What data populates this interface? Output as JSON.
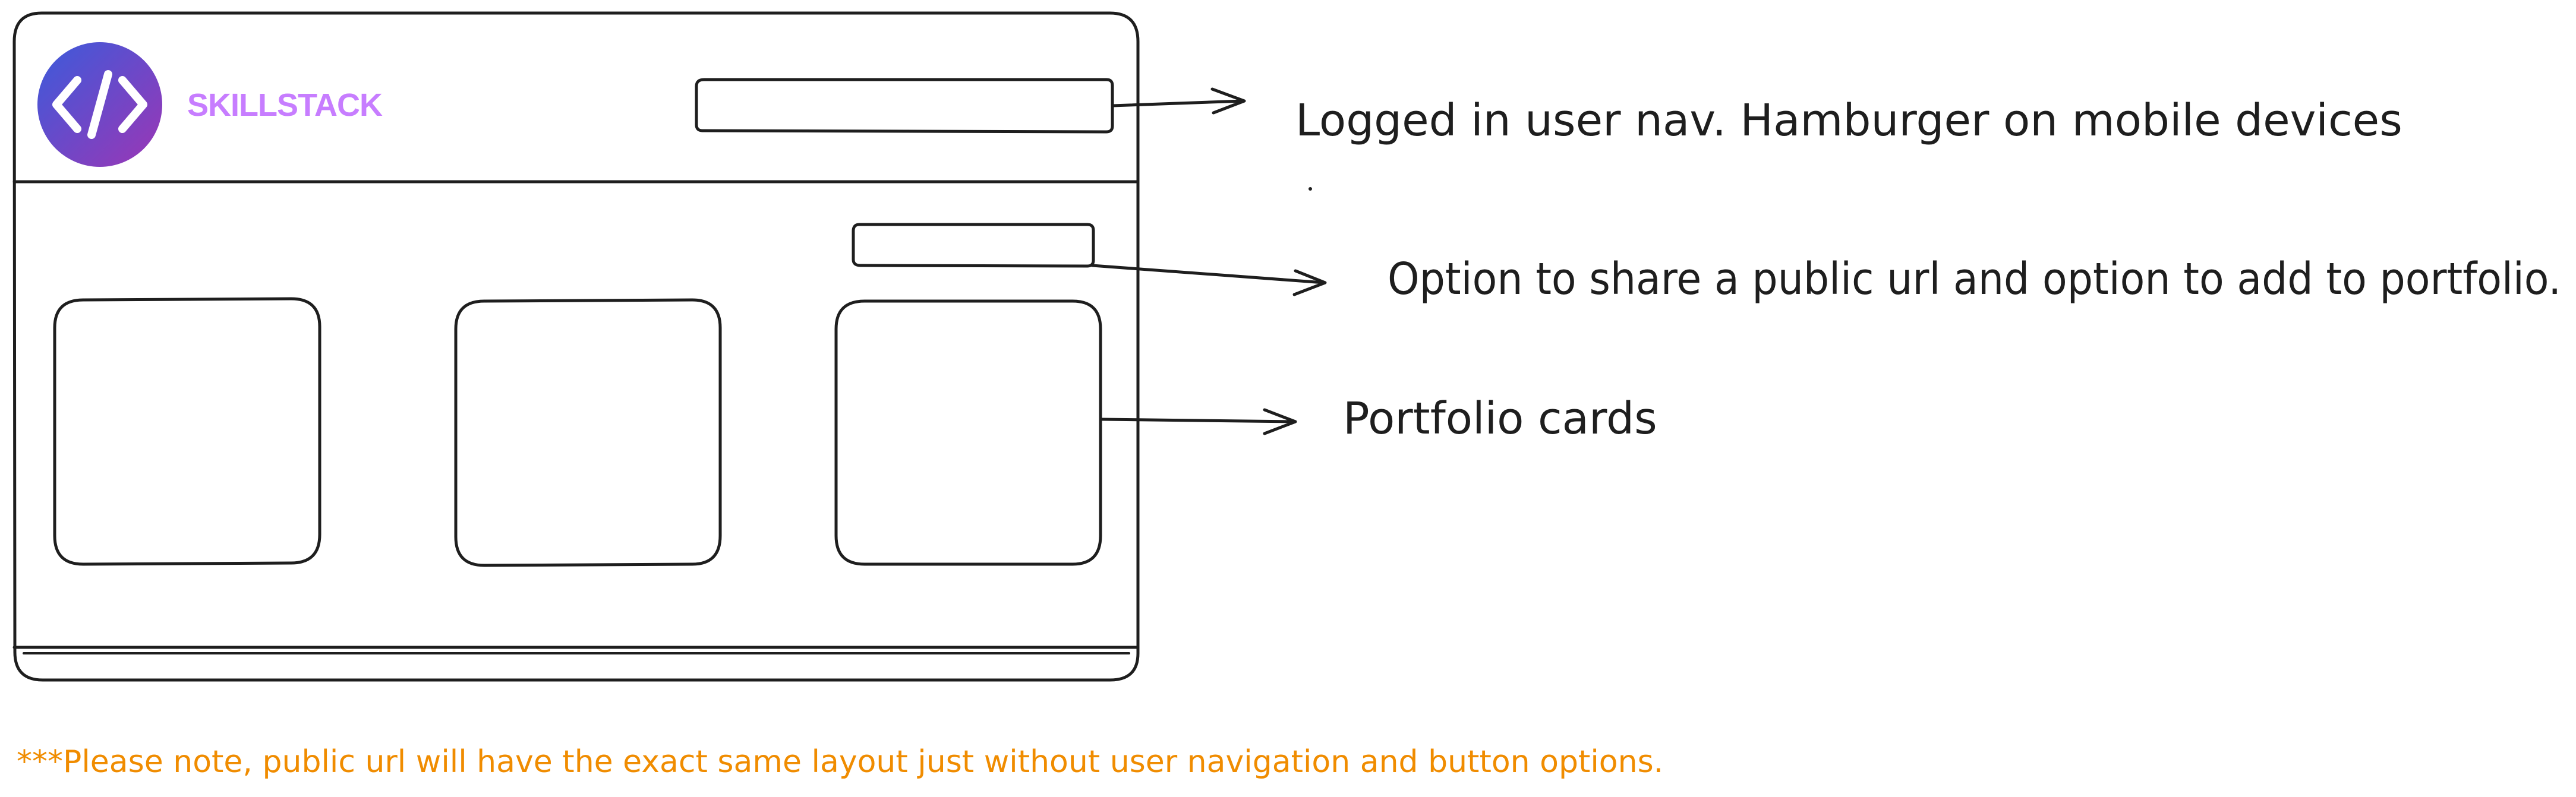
{
  "brand": {
    "name": "SKILLSTACK",
    "logo_glyph": "</>",
    "logo_gradient": [
      "#3b5bdb",
      "#9c36b5"
    ],
    "name_color": "#c77dff"
  },
  "annotations": {
    "user_nav": "Logged in user nav. Hamburger on mobile devices",
    "share_options": "Option to share a public url and option to add to portfolio.",
    "portfolio_cards": "Portfolio cards"
  },
  "note": {
    "text": "***Please note, public url will have the exact same layout just without user navigation and button options.",
    "color": "#f08c00"
  },
  "colors": {
    "stroke": "#1e1e1e",
    "background": "#ffffff"
  }
}
